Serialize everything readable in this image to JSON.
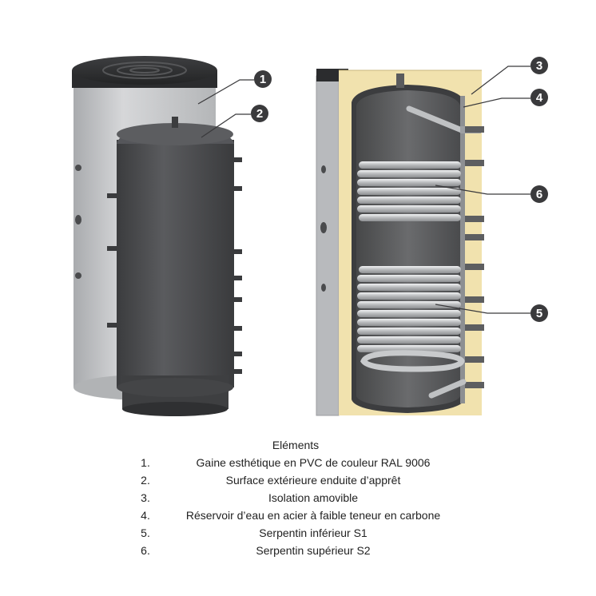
{
  "colors": {
    "jacket": "#c9cacc",
    "tank": "#4a4b4d",
    "insulation": "#f1e2ae",
    "coil": "#d0d2d4",
    "callout": "#3a3a3c"
  },
  "callouts": [
    {
      "number": "1",
      "target": "jacket"
    },
    {
      "number": "2",
      "target": "tank-surface"
    },
    {
      "number": "3",
      "target": "insulation"
    },
    {
      "number": "4",
      "target": "tank-wall"
    },
    {
      "number": "6",
      "target": "upper-coil"
    },
    {
      "number": "5",
      "target": "lower-coil"
    }
  ],
  "legend": {
    "title": "Eléments",
    "items": [
      {
        "num": "1.",
        "text": "Gaine esthétique en PVC de couleur RAL 9006"
      },
      {
        "num": "2.",
        "text": "Surface extérieure enduite d’apprêt"
      },
      {
        "num": "3.",
        "text": "Isolation amovible"
      },
      {
        "num": "4.",
        "text": "Réservoir d’eau en acier à faible teneur en carbone"
      },
      {
        "num": "5.",
        "text": "Serpentin inférieur S1"
      },
      {
        "num": "6.",
        "text": "Serpentin supérieur S2"
      }
    ]
  }
}
